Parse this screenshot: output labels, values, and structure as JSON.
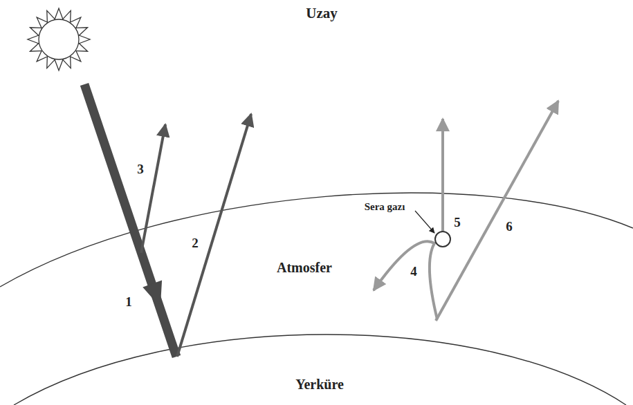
{
  "diagram": {
    "labels": [
      "Uzay",
      "3",
      "2",
      "Sera gazı",
      "5",
      "6",
      "Atmosfer",
      "4",
      "1",
      "Yerküre"
    ]
  }
}
